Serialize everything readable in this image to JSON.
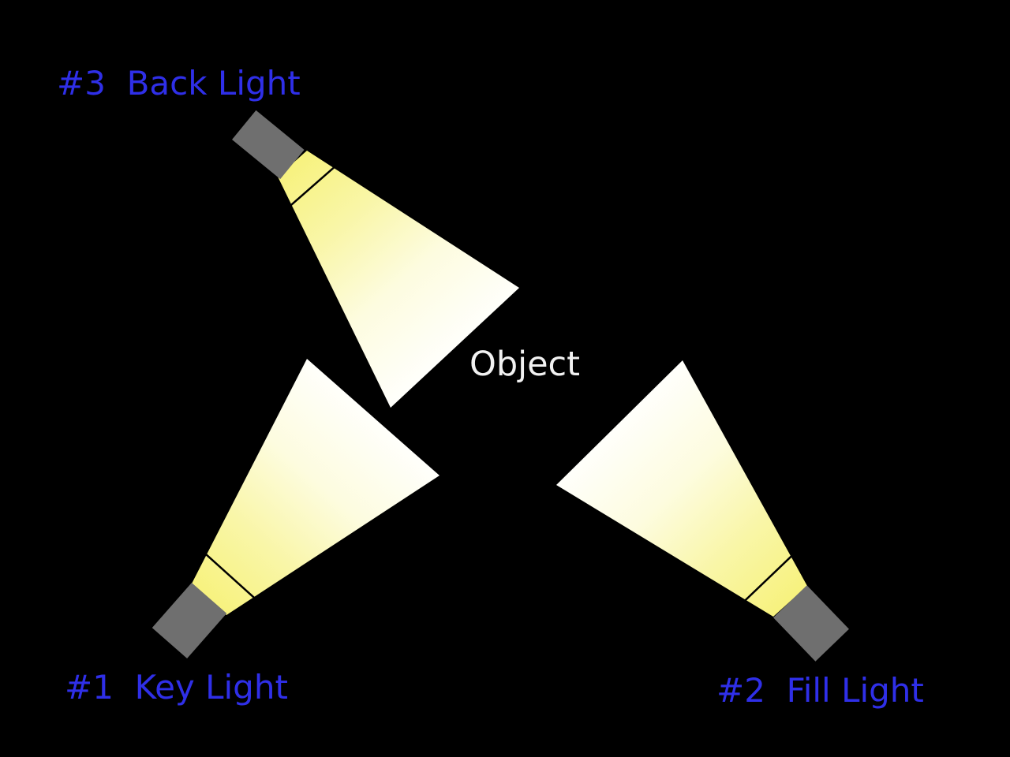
{
  "canvas": {
    "background": "#000000"
  },
  "colors": {
    "label_text": "#2F2FE8",
    "object_text": "#F2F2F2",
    "lamp_body": "#6F6F6F",
    "beam_near": "#F7F27E",
    "beam_mid1": "#F9F6A8",
    "beam_mid2": "#FDFCDF",
    "beam_far": "#FFFFFB",
    "beam_divider": "#000000"
  },
  "object": {
    "label": "Object"
  },
  "lights": [
    {
      "id": "key",
      "label": "#1  Key Light"
    },
    {
      "id": "fill",
      "label": "#2  Fill Light"
    },
    {
      "id": "back",
      "label": "#3  Back Light"
    }
  ]
}
